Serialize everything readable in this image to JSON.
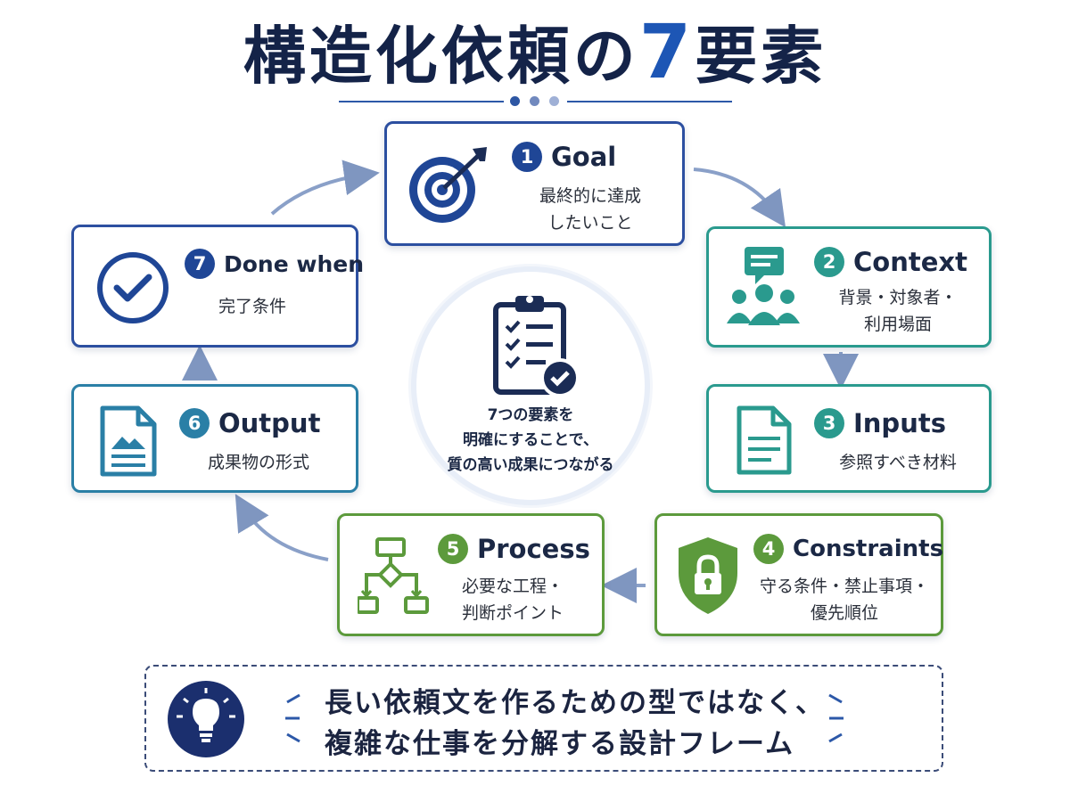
{
  "title": {
    "main": "構造化依頼の",
    "number": "7",
    "suffix": "要素"
  },
  "center": {
    "lines": [
      "7つの要素を",
      "明確にすることで、",
      "質の高い成果につながる"
    ]
  },
  "elements": [
    {
      "number": "1",
      "label": "Goal",
      "desc": [
        "最終的に達成",
        "したいこと"
      ]
    },
    {
      "number": "2",
      "label": "Context",
      "desc": [
        "背景・対象者・",
        "利用場面"
      ]
    },
    {
      "number": "3",
      "label": "Inputs",
      "desc": [
        "参照すべき材料"
      ]
    },
    {
      "number": "4",
      "label": "Constraints",
      "desc": [
        "守る条件・禁止事項・",
        "優先順位"
      ]
    },
    {
      "number": "5",
      "label": "Process",
      "desc": [
        "必要な工程・",
        "判断ポイント"
      ]
    },
    {
      "number": "6",
      "label": "Output",
      "desc": [
        "成果物の形式"
      ]
    },
    {
      "number": "7",
      "label": "Done when",
      "desc": [
        "完了条件"
      ]
    }
  ],
  "banner": {
    "lines": [
      "長い依頼文を作るための型ではなく、",
      "複雑な仕事を分解する設計フレーム"
    ]
  },
  "colors": {
    "navy": "#2c4fa0",
    "teal": "#2a9a8e",
    "green": "#5c9a3c",
    "title": "#142348",
    "accent": "#1d56b5"
  },
  "icons": {
    "goal": "target-icon",
    "context": "discussion-group-icon",
    "inputs": "document-icon",
    "constraints": "shield-lock-icon",
    "process": "flowchart-icon",
    "output": "image-document-icon",
    "done": "checkmark-circle-icon",
    "center": "checklist-clipboard-icon",
    "banner": "lightbulb-icon"
  }
}
